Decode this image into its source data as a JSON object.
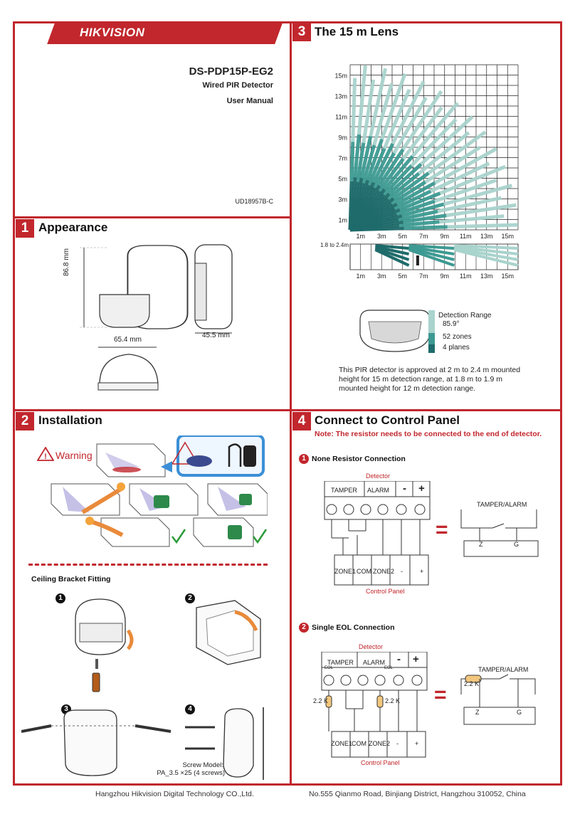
{
  "brand": "HIKVISION",
  "header": {
    "model": "DS-PDP15P-EG2",
    "subtitle": "Wired PIR Detector",
    "doc_type": "User Manual",
    "doc_code": "UD18957B-C"
  },
  "sections": {
    "appearance": {
      "num": "1",
      "title": "Appearance",
      "height_label": "86.8 mm",
      "width_label": "65.4 mm",
      "depth_label": "45.5 mm"
    },
    "installation": {
      "num": "2",
      "title": "Installation",
      "warning": "Warning",
      "bracket_title": "Ceiling Bracket Fitting",
      "steps": [
        "1",
        "2",
        "3",
        "4"
      ],
      "screw_model_line1": "Screw Model:",
      "screw_model_line2": "PA_3.5 ×25 (4 screws)"
    },
    "lens": {
      "num": "3",
      "title": "The 15 m Lens",
      "y_ticks": [
        "15m",
        "13m",
        "11m",
        "9m",
        "7m",
        "5m",
        "3m",
        "1m"
      ],
      "x_ticks": [
        "1m",
        "3m",
        "5m",
        "7m",
        "9m",
        "11m",
        "13m",
        "15m"
      ],
      "height_label": "1.8 to 2.4m",
      "legend": {
        "range": "Detection Range",
        "angle": "85.9°",
        "zones": "52 zones",
        "planes": "4 planes"
      },
      "desc_line1": "This PIR detector is approved at 2 m to 2.4 m mounted",
      "desc_line2": "height for 15 m detection range, at 1.8 m to 1.9 m",
      "desc_line3": "mounted height for 12 m detection range."
    },
    "connect": {
      "num": "4",
      "title": "Connect to Control Panel",
      "note": "Note: The resistor needs to be connected to the end of detector.",
      "conn1": {
        "num": "1",
        "title": "None Resistor Connection"
      },
      "conn2": {
        "num": "2",
        "title": "Single EOL Connection"
      },
      "detector": "Detector",
      "control_panel": "Control Panel",
      "tamper": "TAMPER",
      "alarm": "ALARM",
      "eol": "EOL",
      "minus": "-",
      "plus": "+",
      "zone1": "ZONE1",
      "com": "COM",
      "zone2": "ZONE2",
      "tamper_alarm": "TAMPER/ALARM",
      "z": "Z",
      "g": "G",
      "resistor": "2.2 K",
      "equals": "="
    }
  },
  "footer": {
    "company": "Hangzhou Hikvision Digital Technology CO.,Ltd.",
    "address": "No.555 Qianmo Road, Binjiang District, Hangzhou 310052, China"
  },
  "colors": {
    "brand_red": "#c1272d",
    "teal_dark": "#1f6b6b",
    "teal_mid": "#3d9a92",
    "teal_light": "#a9d3cd"
  }
}
